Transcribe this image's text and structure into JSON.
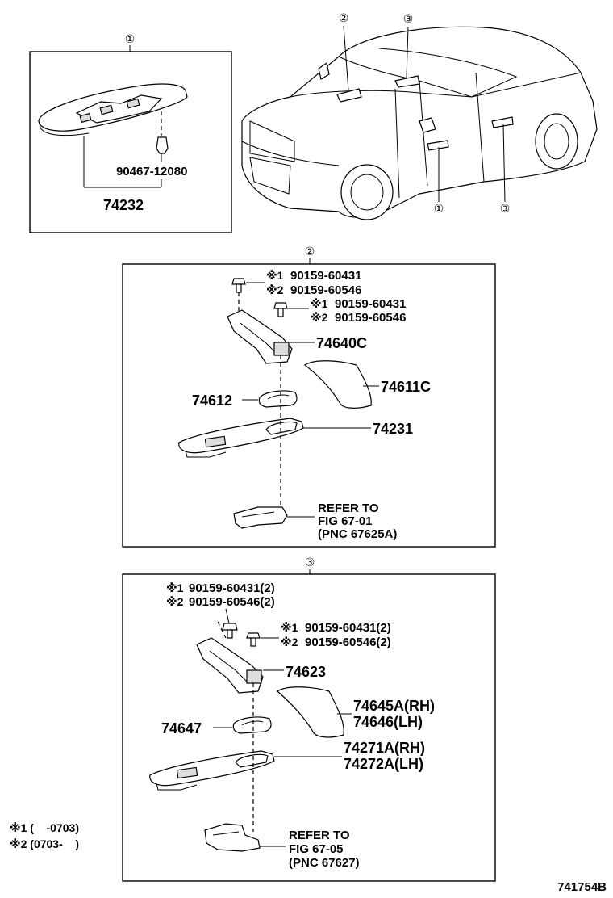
{
  "callouts": {
    "one": "①",
    "two": "②",
    "three": "③"
  },
  "box1": {
    "part_clip": "90467-12080",
    "part_panel": "74232"
  },
  "box2": {
    "screw_a_mark": "※1",
    "screw_a_pn": "90159-60431",
    "screw_b_mark": "※2",
    "screw_b_pn": "90159-60546",
    "screw2_a_mark": "※1",
    "screw2_a_pn": "90159-60431",
    "screw2_b_mark": "※2",
    "screw2_b_pn": "90159-60546",
    "bracket": "74640C",
    "cover": "74611C",
    "bezel": "74612",
    "panel": "74231",
    "refer_line1": "REFER TO",
    "refer_line2": "FIG 67-01",
    "refer_line3": "(PNC 67625A)"
  },
  "box3": {
    "screw_a_mark": "※1",
    "screw_a_pn": "90159-60431(2)",
    "screw_b_mark": "※2",
    "screw_b_pn": "90159-60546(2)",
    "screw2_a_mark": "※1",
    "screw2_a_pn": "90159-60431(2)",
    "screw2_b_mark": "※2",
    "screw2_b_pn": "90159-60546(2)",
    "bracket": "74623",
    "cover_rh": "74645A(RH)",
    "cover_lh": "74646(LH)",
    "bezel": "74647",
    "panel_rh": "74271A(RH)",
    "panel_lh": "74272A(LH)",
    "refer_line1": "REFER TO",
    "refer_line2": "FIG 67-05",
    "refer_line3": "(PNC 67627)"
  },
  "legend": {
    "line1": "※1 (    -0703)",
    "line2": "※2 (0703-    )"
  },
  "figure_id": "741754B"
}
